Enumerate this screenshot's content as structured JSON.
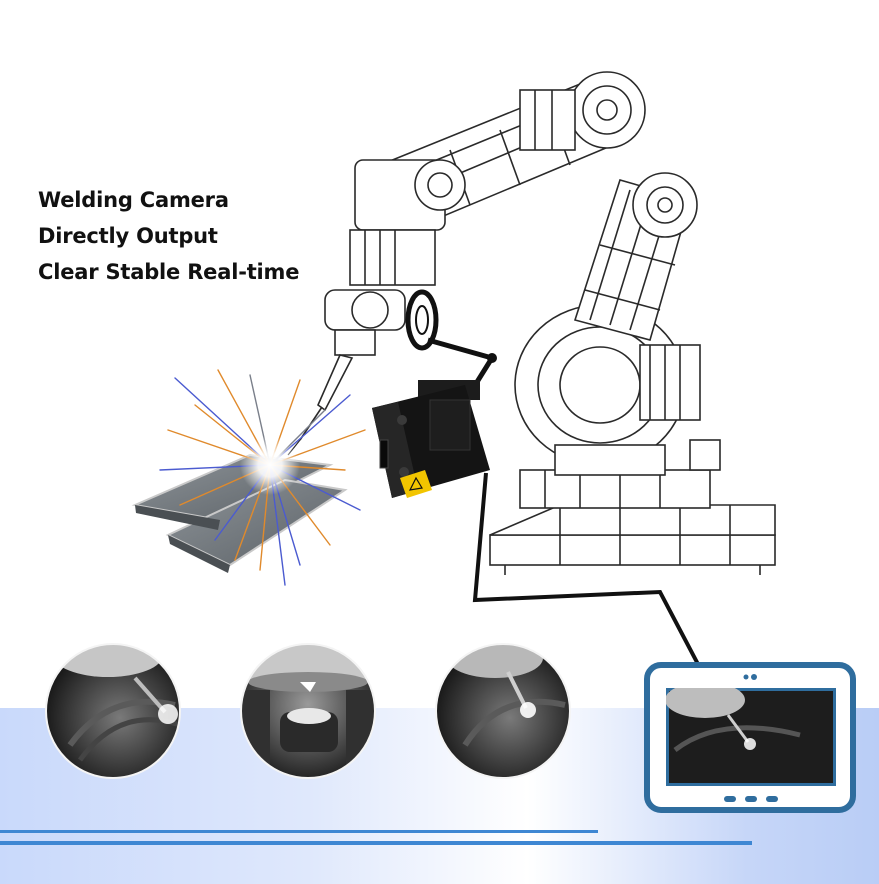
{
  "headline": {
    "line1": "Welding Camera",
    "line2": "Directly Output",
    "line3": "Clear Stable Real-time"
  },
  "icons": {
    "robot": "industrial-robot-arm-icon",
    "camera": "welding-camera-icon",
    "laser": "laser-warning-icon",
    "monitor": "tablet-monitor-icon"
  },
  "colors": {
    "accent_blue": "#3e87d3",
    "monitor_frame": "#2f6d9e",
    "camera_body": "#141414",
    "laser_label": "#f2c500",
    "band_light": "#c9d9fb"
  }
}
